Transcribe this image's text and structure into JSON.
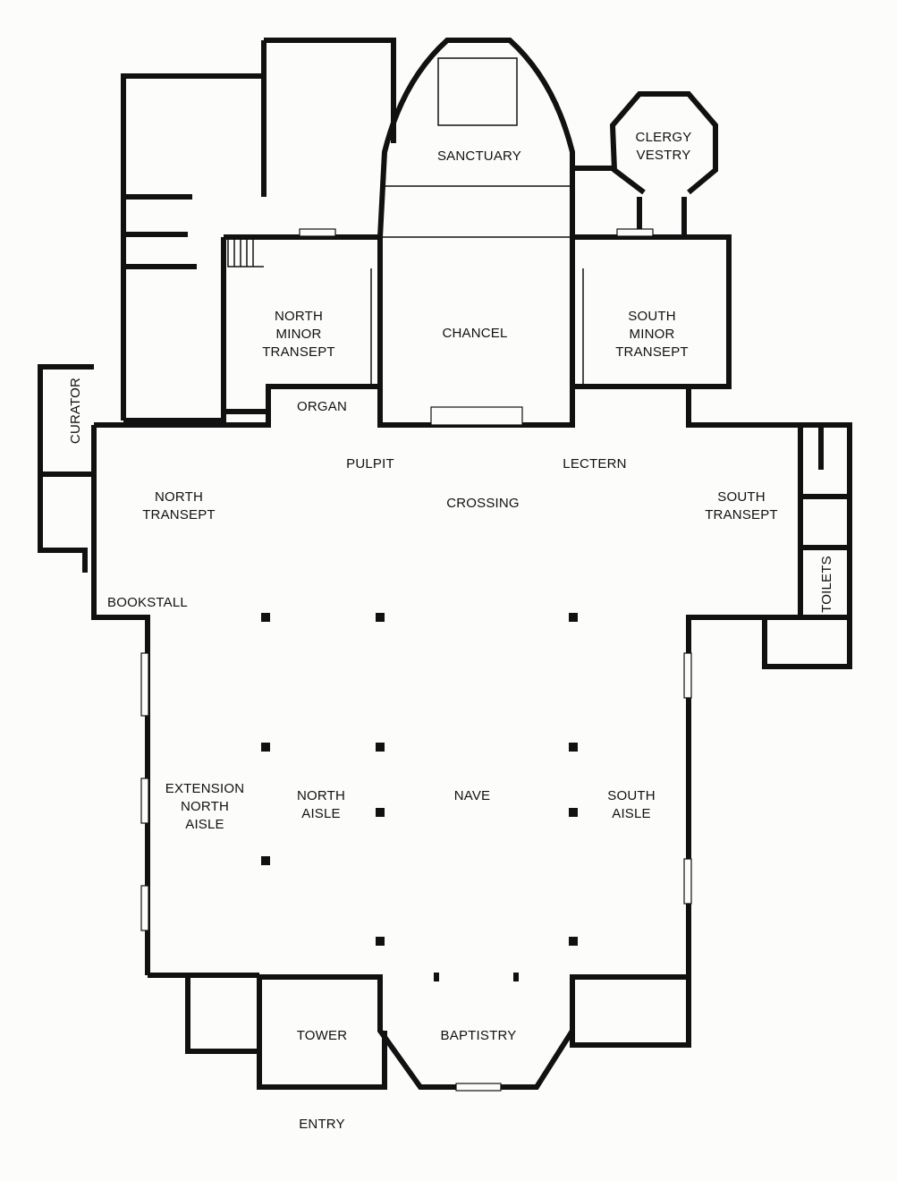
{
  "rooms": {
    "sanctuary": [
      "SANCTUARY"
    ],
    "clergy_vestry": [
      "CLERGY",
      "VESTRY"
    ],
    "north_minor_transept": [
      "NORTH",
      "MINOR",
      "TRANSEPT"
    ],
    "chancel": [
      "CHANCEL"
    ],
    "south_minor_transept": [
      "SOUTH",
      "MINOR",
      "TRANSEPT"
    ],
    "organ": [
      "ORGAN"
    ],
    "curator": [
      "CURATOR"
    ],
    "pulpit": [
      "PULPIT"
    ],
    "lectern": [
      "LECTERN"
    ],
    "crossing": [
      "CROSSING"
    ],
    "north_transept": [
      "NORTH",
      "TRANSEPT"
    ],
    "south_transept": [
      "SOUTH",
      "TRANSEPT"
    ],
    "toilets": [
      "TOILETS"
    ],
    "bookstall": [
      "BOOKSTALL"
    ],
    "extension_north_aisle": [
      "EXTENSION",
      "NORTH",
      "AISLE"
    ],
    "north_aisle": [
      "NORTH",
      "AISLE"
    ],
    "nave": [
      "NAVE"
    ],
    "south_aisle": [
      "SOUTH",
      "AISLE"
    ],
    "tower": [
      "TOWER"
    ],
    "baptistry": [
      "BAPTISTRY"
    ],
    "entry": [
      "ENTRY"
    ]
  }
}
